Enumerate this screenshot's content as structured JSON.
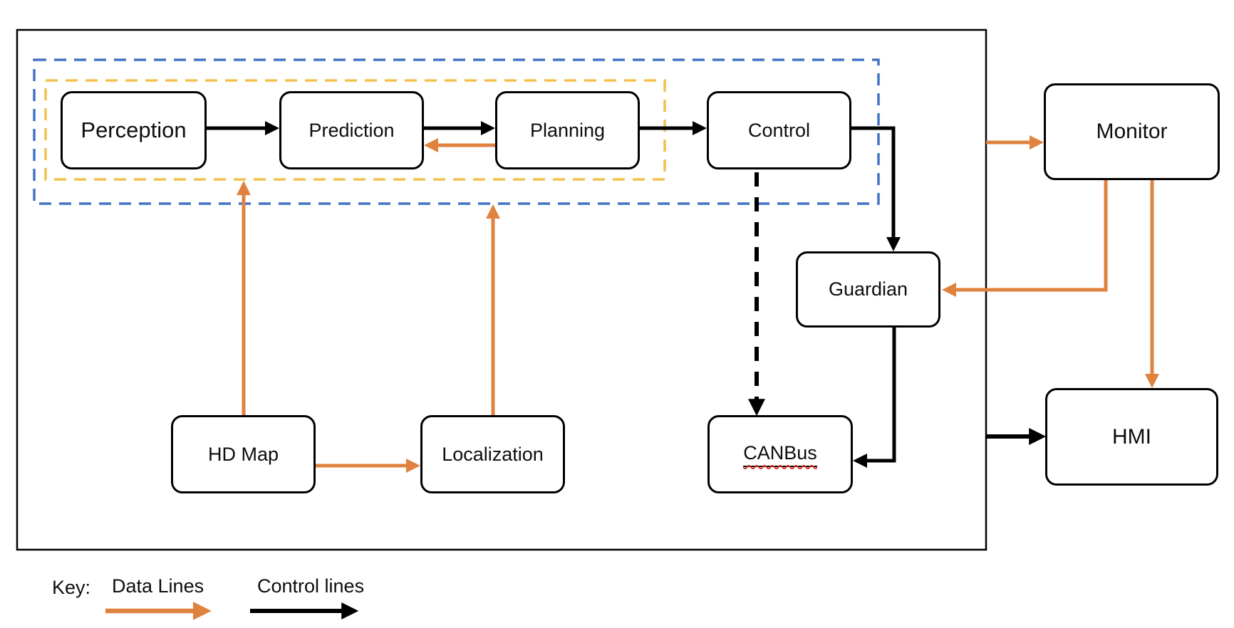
{
  "colors": {
    "data_line_orange": "#E0823F",
    "control_line_black": "#000000",
    "group_border_blue": "#4472C4",
    "group_border_yellow": "#F2C14E",
    "spellcheck_red": "#D03B2F",
    "background": "#FFFFFF"
  },
  "nodes": {
    "perception": "Perception",
    "prediction": "Prediction",
    "planning": "Planning",
    "control": "Control",
    "monitor": "Monitor",
    "guardian": "Guardian",
    "hd_map": "HD Map",
    "localization": "Localization",
    "canbus": "CANBus",
    "hmi": "HMI"
  },
  "legend": {
    "key_label": "Key:",
    "data_lines_label": "Data Lines",
    "control_lines_label": "Control lines"
  }
}
